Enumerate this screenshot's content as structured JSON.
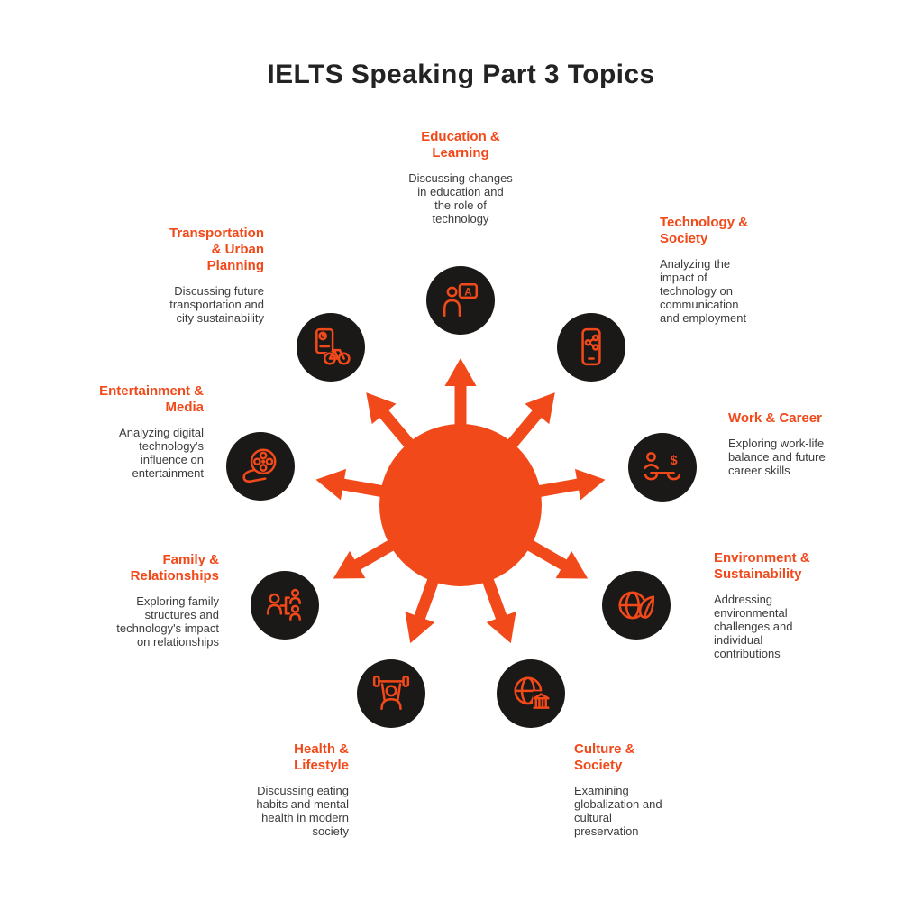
{
  "title": "IELTS Speaking Part 3 Topics",
  "colors": {
    "accent": "#F1491A",
    "dark": "#1B1917",
    "text": "#3C3C3C",
    "title": "#232323",
    "bg": "#FFFFFF"
  },
  "topics": [
    {
      "name": "Education & Learning",
      "heading": "Education &\nLearning",
      "description": "Discussing changes\nin education and\nthe role of\ntechnology",
      "icon": "teacher-presentation-icon"
    },
    {
      "name": "Technology & Society",
      "heading": "Technology &\nSociety",
      "description": "Analyzing the\nimpact of\ntechnology on\ncommunication\nand employment",
      "icon": "smartphone-share-icon"
    },
    {
      "name": "Work & Career",
      "heading": "Work & Career",
      "description": "Exploring work-life\nbalance and future\ncareer skills",
      "icon": "career-balance-icon"
    },
    {
      "name": "Environment & Sustainability",
      "heading": "Environment &\nSustainability",
      "description": "Addressing\nenvironmental\nchallenges and\nindividual\ncontributions",
      "icon": "globe-leaf-icon"
    },
    {
      "name": "Culture & Society",
      "heading": "Culture &\nSociety",
      "description": "Examining\nglobalization and\ncultural\npreservation",
      "icon": "globe-landmark-icon"
    },
    {
      "name": "Health & Lifestyle",
      "heading": "Health &\nLifestyle",
      "description": "Discussing eating\nhabits and mental\nhealth in modern\nsociety",
      "icon": "weightlifting-icon"
    },
    {
      "name": "Family & Relationships",
      "heading": "Family &\nRelationships",
      "description": "Exploring family\nstructures and\ntechnology's impact\non relationships",
      "icon": "family-network-icon"
    },
    {
      "name": "Entertainment & Media",
      "heading": "Entertainment &\nMedia",
      "description": "Analyzing digital\ntechnology's\ninfluence on\nentertainment",
      "icon": "film-reel-icon"
    },
    {
      "name": "Transportation & Urban Planning",
      "heading": "Transportation\n& Urban\nPlanning",
      "description": "Discussing future\ntransportation and\ncity sustainability",
      "icon": "bicycle-city-icon"
    }
  ]
}
